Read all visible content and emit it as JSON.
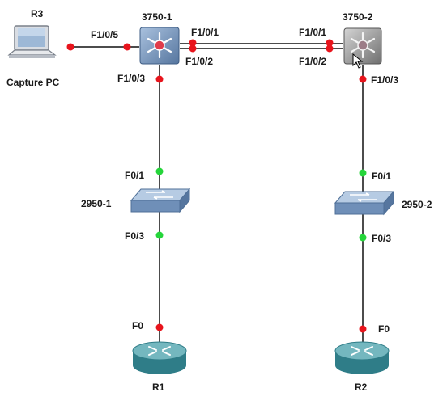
{
  "nodes": {
    "r3": {
      "label": "R3",
      "caption": "Capture PC",
      "icon": "laptop-icon"
    },
    "sw3750_1": {
      "label": "3750-1",
      "icon": "multilayer-switch-icon"
    },
    "sw3750_2": {
      "label": "3750-2",
      "icon": "multilayer-switch-icon"
    },
    "sw2950_1": {
      "label": "2950-1",
      "icon": "workgroup-switch-icon"
    },
    "sw2950_2": {
      "label": "2950-2",
      "icon": "workgroup-switch-icon"
    },
    "r1": {
      "label": "R1",
      "icon": "router-icon"
    },
    "r2": {
      "label": "R2",
      "icon": "router-icon"
    }
  },
  "ports": {
    "r3_to_3750_1": "F1/0/5",
    "sw1_f101": "F1/0/1",
    "sw1_f102": "F1/0/2",
    "sw2_f101": "F1/0/1",
    "sw2_f102": "F1/0/2",
    "sw1_f103": "F1/0/3",
    "sw2_f103": "F1/0/3",
    "sw2950_1_f01": "F0/1",
    "sw2950_1_f03": "F0/3",
    "sw2950_2_f01": "F0/1",
    "sw2950_2_f03": "F0/3",
    "r1_f0": "F0",
    "r2_f0": "F0"
  },
  "colors": {
    "link_down": "#e8141c",
    "link_up": "#25d53a",
    "switch_blue": "#6f8fb8",
    "router_teal": "#3f8f98",
    "line": "#111111"
  }
}
